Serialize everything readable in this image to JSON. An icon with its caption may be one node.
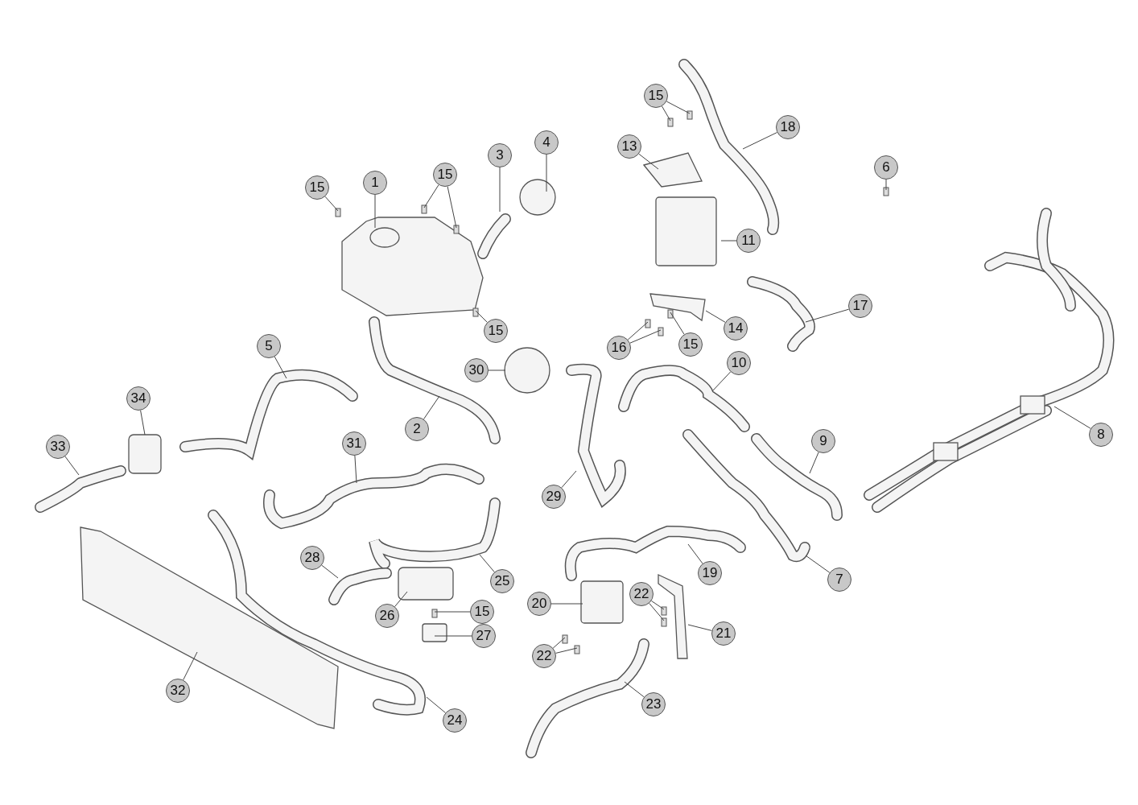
{
  "diagram": {
    "nodes": [
      {
        "text": [
          "1"
        ]
      },
      {
        "text": [
          "15"
        ]
      },
      {
        "text": [
          "15"
        ]
      },
      {
        "text": [
          "3"
        ]
      },
      {
        "text": [
          "4"
        ]
      },
      {
        "text": [
          "15"
        ]
      },
      {
        "text": [
          "15"
        ]
      },
      {
        "text": [
          "13"
        ]
      },
      {
        "text": [
          "18"
        ]
      },
      {
        "text": [
          "6"
        ]
      },
      {
        "text": [
          "11"
        ]
      },
      {
        "text": [
          "17"
        ]
      },
      {
        "text": [
          "14"
        ]
      },
      {
        "text": [
          "16"
        ]
      },
      {
        "text": [
          "15"
        ]
      },
      {
        "text": [
          "5"
        ]
      },
      {
        "text": [
          "2"
        ]
      },
      {
        "text": [
          "30"
        ]
      },
      {
        "text": [
          "10"
        ]
      },
      {
        "text": [
          "34"
        ]
      },
      {
        "text": [
          "33"
        ]
      },
      {
        "text": [
          "8"
        ]
      },
      {
        "text": [
          "9"
        ]
      },
      {
        "text": [
          "31"
        ]
      },
      {
        "text": [
          "29"
        ]
      },
      {
        "text": [
          "25"
        ]
      },
      {
        "text": [
          "19"
        ]
      },
      {
        "text": [
          "7"
        ]
      },
      {
        "text": [
          "28"
        ]
      },
      {
        "text": [
          "20"
        ]
      },
      {
        "text": [
          "22"
        ]
      },
      {
        "text": [
          "15"
        ]
      },
      {
        "text": [
          "26"
        ]
      },
      {
        "text": [
          "21"
        ]
      },
      {
        "text": [
          "27"
        ]
      },
      {
        "text": [
          "22"
        ]
      },
      {
        "text": [
          "32"
        ]
      },
      {
        "text": [
          "24"
        ]
      },
      {
        "text": [
          "23"
        ]
      }
    ],
    "edges": [
      {
        "from": 0,
        "to": null,
        "arrow": "none"
      },
      {
        "from": 1,
        "to": null,
        "arrow": "none"
      },
      {
        "from": 2,
        "to": null,
        "arrow": "none"
      },
      {
        "from": 2,
        "to": null,
        "arrow": "none"
      },
      {
        "from": 3,
        "to": null,
        "arrow": "none"
      },
      {
        "from": 4,
        "to": null,
        "arrow": "none"
      },
      {
        "from": 5,
        "to": null,
        "arrow": "none"
      },
      {
        "from": 6,
        "to": null,
        "arrow": "none"
      },
      {
        "from": 6,
        "to": null,
        "arrow": "none"
      },
      {
        "from": 7,
        "to": null,
        "arrow": "none"
      },
      {
        "from": 8,
        "to": null,
        "arrow": "none"
      },
      {
        "from": 9,
        "to": null,
        "arrow": "none"
      },
      {
        "from": 10,
        "to": null,
        "arrow": "none"
      },
      {
        "from": 11,
        "to": null,
        "arrow": "none"
      },
      {
        "from": 12,
        "to": null,
        "arrow": "none"
      },
      {
        "from": 13,
        "to": null,
        "arrow": "none"
      },
      {
        "from": 13,
        "to": null,
        "arrow": "none"
      },
      {
        "from": 14,
        "to": null,
        "arrow": "none"
      },
      {
        "from": 15,
        "to": null,
        "arrow": "none"
      },
      {
        "from": 16,
        "to": null,
        "arrow": "none"
      },
      {
        "from": 17,
        "to": null,
        "arrow": "none"
      },
      {
        "from": 18,
        "to": null,
        "arrow": "none"
      },
      {
        "from": 19,
        "to": null,
        "arrow": "none"
      },
      {
        "from": 20,
        "to": null,
        "arrow": "none"
      },
      {
        "from": 21,
        "to": null,
        "arrow": "none"
      },
      {
        "from": 22,
        "to": null,
        "arrow": "none"
      },
      {
        "from": 23,
        "to": null,
        "arrow": "none"
      },
      {
        "from": 24,
        "to": null,
        "arrow": "none"
      },
      {
        "from": 25,
        "to": null,
        "arrow": "none"
      },
      {
        "from": 26,
        "to": null,
        "arrow": "none"
      },
      {
        "from": 27,
        "to": null,
        "arrow": "none"
      },
      {
        "from": 28,
        "to": null,
        "arrow": "none"
      },
      {
        "from": 29,
        "to": null,
        "arrow": "none"
      },
      {
        "from": 30,
        "to": null,
        "arrow": "none"
      },
      {
        "from": 30,
        "to": null,
        "arrow": "none"
      },
      {
        "from": 31,
        "to": null,
        "arrow": "none"
      },
      {
        "from": 32,
        "to": null,
        "arrow": "none"
      },
      {
        "from": 33,
        "to": null,
        "arrow": "none"
      },
      {
        "from": 34,
        "to": null,
        "arrow": "none"
      },
      {
        "from": 35,
        "to": null,
        "arrow": "none"
      },
      {
        "from": 35,
        "to": null,
        "arrow": "none"
      },
      {
        "from": 36,
        "to": null,
        "arrow": "none"
      },
      {
        "from": 37,
        "to": null,
        "arrow": "none"
      },
      {
        "from": 38,
        "to": null,
        "arrow": "none"
      }
    ]
  }
}
